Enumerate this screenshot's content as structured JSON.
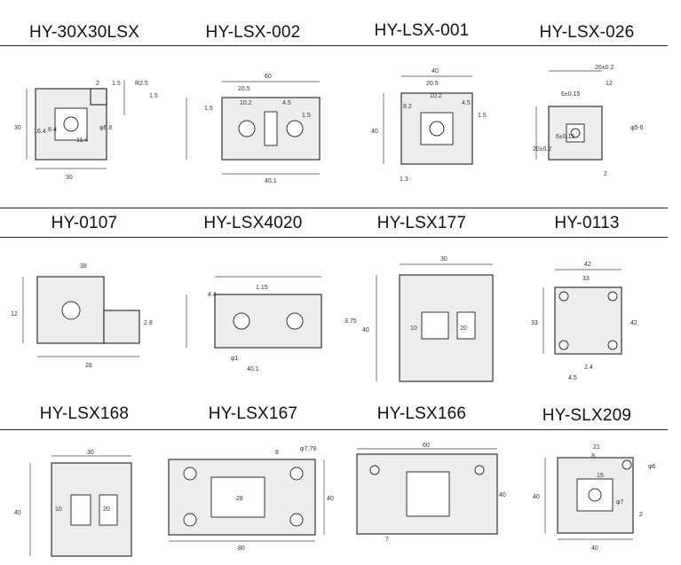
{
  "rows": [
    {
      "items": [
        {
          "name": "HY-30X30LSX",
          "dims": [
            "30",
            "16.4",
            "8.4",
            "11.4",
            "2",
            "1.5",
            "R2.5",
            "1.5",
            "φ6.8",
            "30"
          ]
        },
        {
          "name": "HY-LSX-002",
          "dims": [
            "60",
            "20.5",
            "10.2",
            "1.5",
            "4.5",
            "1.5",
            "40.1"
          ]
        },
        {
          "name": "HY-LSX-001",
          "dims": [
            "40",
            "20.5",
            "10.2",
            "8.2",
            "4.5",
            "1.5",
            "40",
            "1.3"
          ]
        },
        {
          "name": "HY-LSX-026",
          "dims": [
            "20±0.2",
            "12",
            "6±0.15",
            "6±0.15",
            "20±0.2",
            "φ5-6",
            "2"
          ]
        }
      ]
    },
    {
      "items": [
        {
          "name": "HY-0107",
          "dims": [
            "38",
            "12",
            "2.8",
            "28"
          ]
        },
        {
          "name": "HY-LSX4020",
          "dims": [
            "4.4",
            "1.15",
            "40.1",
            "φ1"
          ]
        },
        {
          "name": "HY-LSX177",
          "dims": [
            "30",
            "3.75",
            "40",
            "10",
            "20"
          ]
        },
        {
          "name": "HY-0113",
          "dims": [
            "42",
            "33",
            "33",
            "42",
            "2.4",
            "4.5"
          ]
        }
      ]
    },
    {
      "items": [
        {
          "name": "HY-LSX168",
          "dims": [
            "30",
            "40",
            "10",
            "20"
          ]
        },
        {
          "name": "HY-LSX167",
          "dims": [
            "8",
            "φ7.79",
            "28",
            "40",
            "80"
          ]
        },
        {
          "name": "HY-LSX166",
          "dims": [
            "60",
            "40",
            "7"
          ]
        },
        {
          "name": "HY-SLX209",
          "dims": [
            "21",
            "8",
            "15",
            "φ6",
            "40",
            "φ7",
            "2",
            "40"
          ]
        }
      ]
    }
  ]
}
